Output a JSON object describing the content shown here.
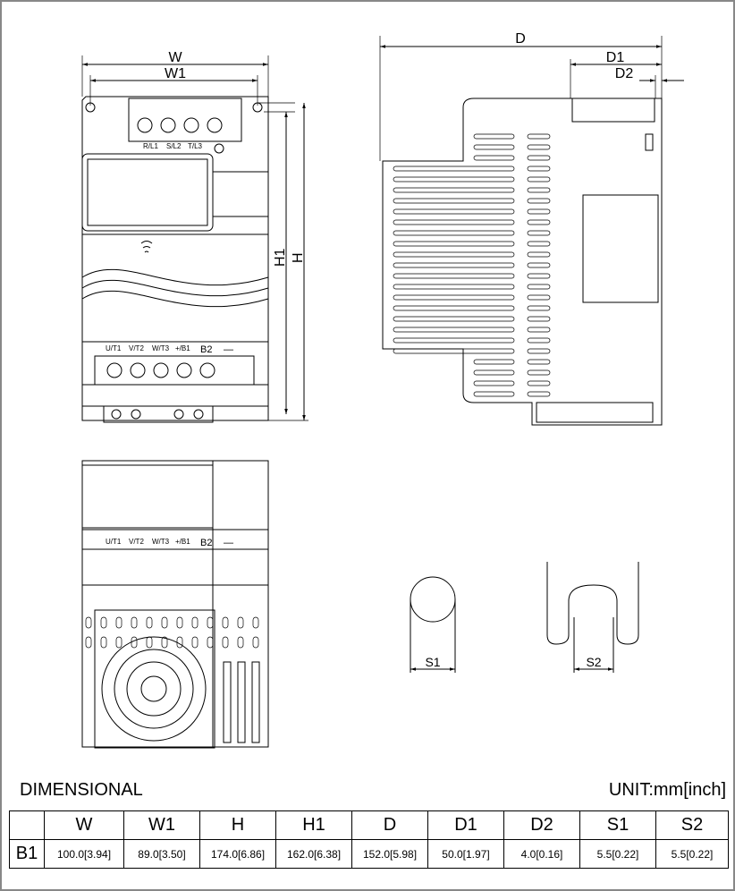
{
  "drawing": {
    "front_labels": {
      "W": "W",
      "W1": "W1",
      "H": "H",
      "H1": "H1"
    },
    "side_labels": {
      "D": "D",
      "D1": "D1",
      "D2": "D2"
    },
    "slot_labels": {
      "S1": "S1",
      "S2": "S2"
    },
    "input_terminals": [
      "R/L1",
      "S/L2",
      "T/L3"
    ],
    "output_terminals": [
      "U/T1",
      "V/T2",
      "W/T3",
      "+/B1",
      "B2",
      "—"
    ]
  },
  "title": "DIMENSIONAL",
  "unit": "UNIT:mm[inch]",
  "table": {
    "headers": [
      "",
      "W",
      "W1",
      "H",
      "H1",
      "D",
      "D1",
      "D2",
      "S1",
      "S2"
    ],
    "rows": [
      {
        "frame": "B1",
        "values": [
          "100.0[3.94]",
          "89.0[3.50]",
          "174.0[6.86]",
          "162.0[6.38]",
          "152.0[5.98]",
          "50.0[1.97]",
          "4.0[0.16]",
          "5.5[0.22]",
          "5.5[0.22]"
        ]
      }
    ]
  }
}
